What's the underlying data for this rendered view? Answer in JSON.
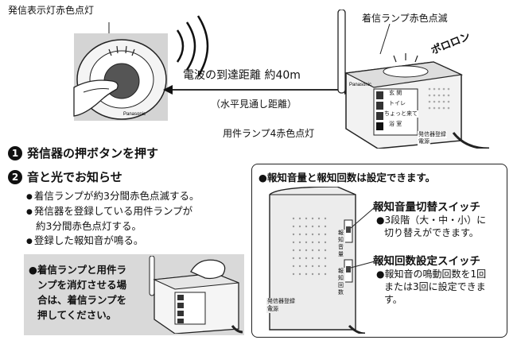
{
  "callouts": {
    "transmitter_lamp": "発信表示灯赤色点灯",
    "receiver_lamp": "着信ランプ赤色点滅",
    "sound_effect": "ポロロン",
    "range": "電波の到達距離 約40m",
    "range_note": "（水平見通し距離）",
    "task_lamps": "用件ランプ4赤色点灯"
  },
  "brand": "Panasonic",
  "device_labels": [
    "玄 関",
    "トイレ",
    "ちょっと来て",
    "浴 室"
  ],
  "device_switch_labels": [
    "報知音量",
    "報知回数"
  ],
  "device_bottom_labels": [
    "発信器登録",
    "電源"
  ],
  "steps": [
    {
      "num": "1",
      "text": "発信器の押ボタンを押す"
    },
    {
      "num": "2",
      "text": "音と光でお知らせ"
    }
  ],
  "step2_bullets": [
    [
      "着信ランプが約3分間赤色点滅する。"
    ],
    [
      "発信器を登録している用件ランプが",
      "約3分間赤色点灯する。"
    ],
    [
      "登録した報知音が鳴る。"
    ]
  ],
  "note_box": {
    "lines": [
      "●着信ランプと用件ラ",
      "ンプを消灯させる場",
      "合は、着信ランプを",
      "押してください。"
    ]
  },
  "settings_box": {
    "header": "●報知音量と報知回数は設定できます。",
    "volume_title": "報知音量切替スイッチ",
    "volume_desc": [
      "●3段階（大・中・小）に",
      "切り替えができます。"
    ],
    "count_title": "報知回数設定スイッチ",
    "count_desc": [
      "●報知音の鳴動回数を1回",
      "または3回に設定できま",
      "す。"
    ]
  }
}
